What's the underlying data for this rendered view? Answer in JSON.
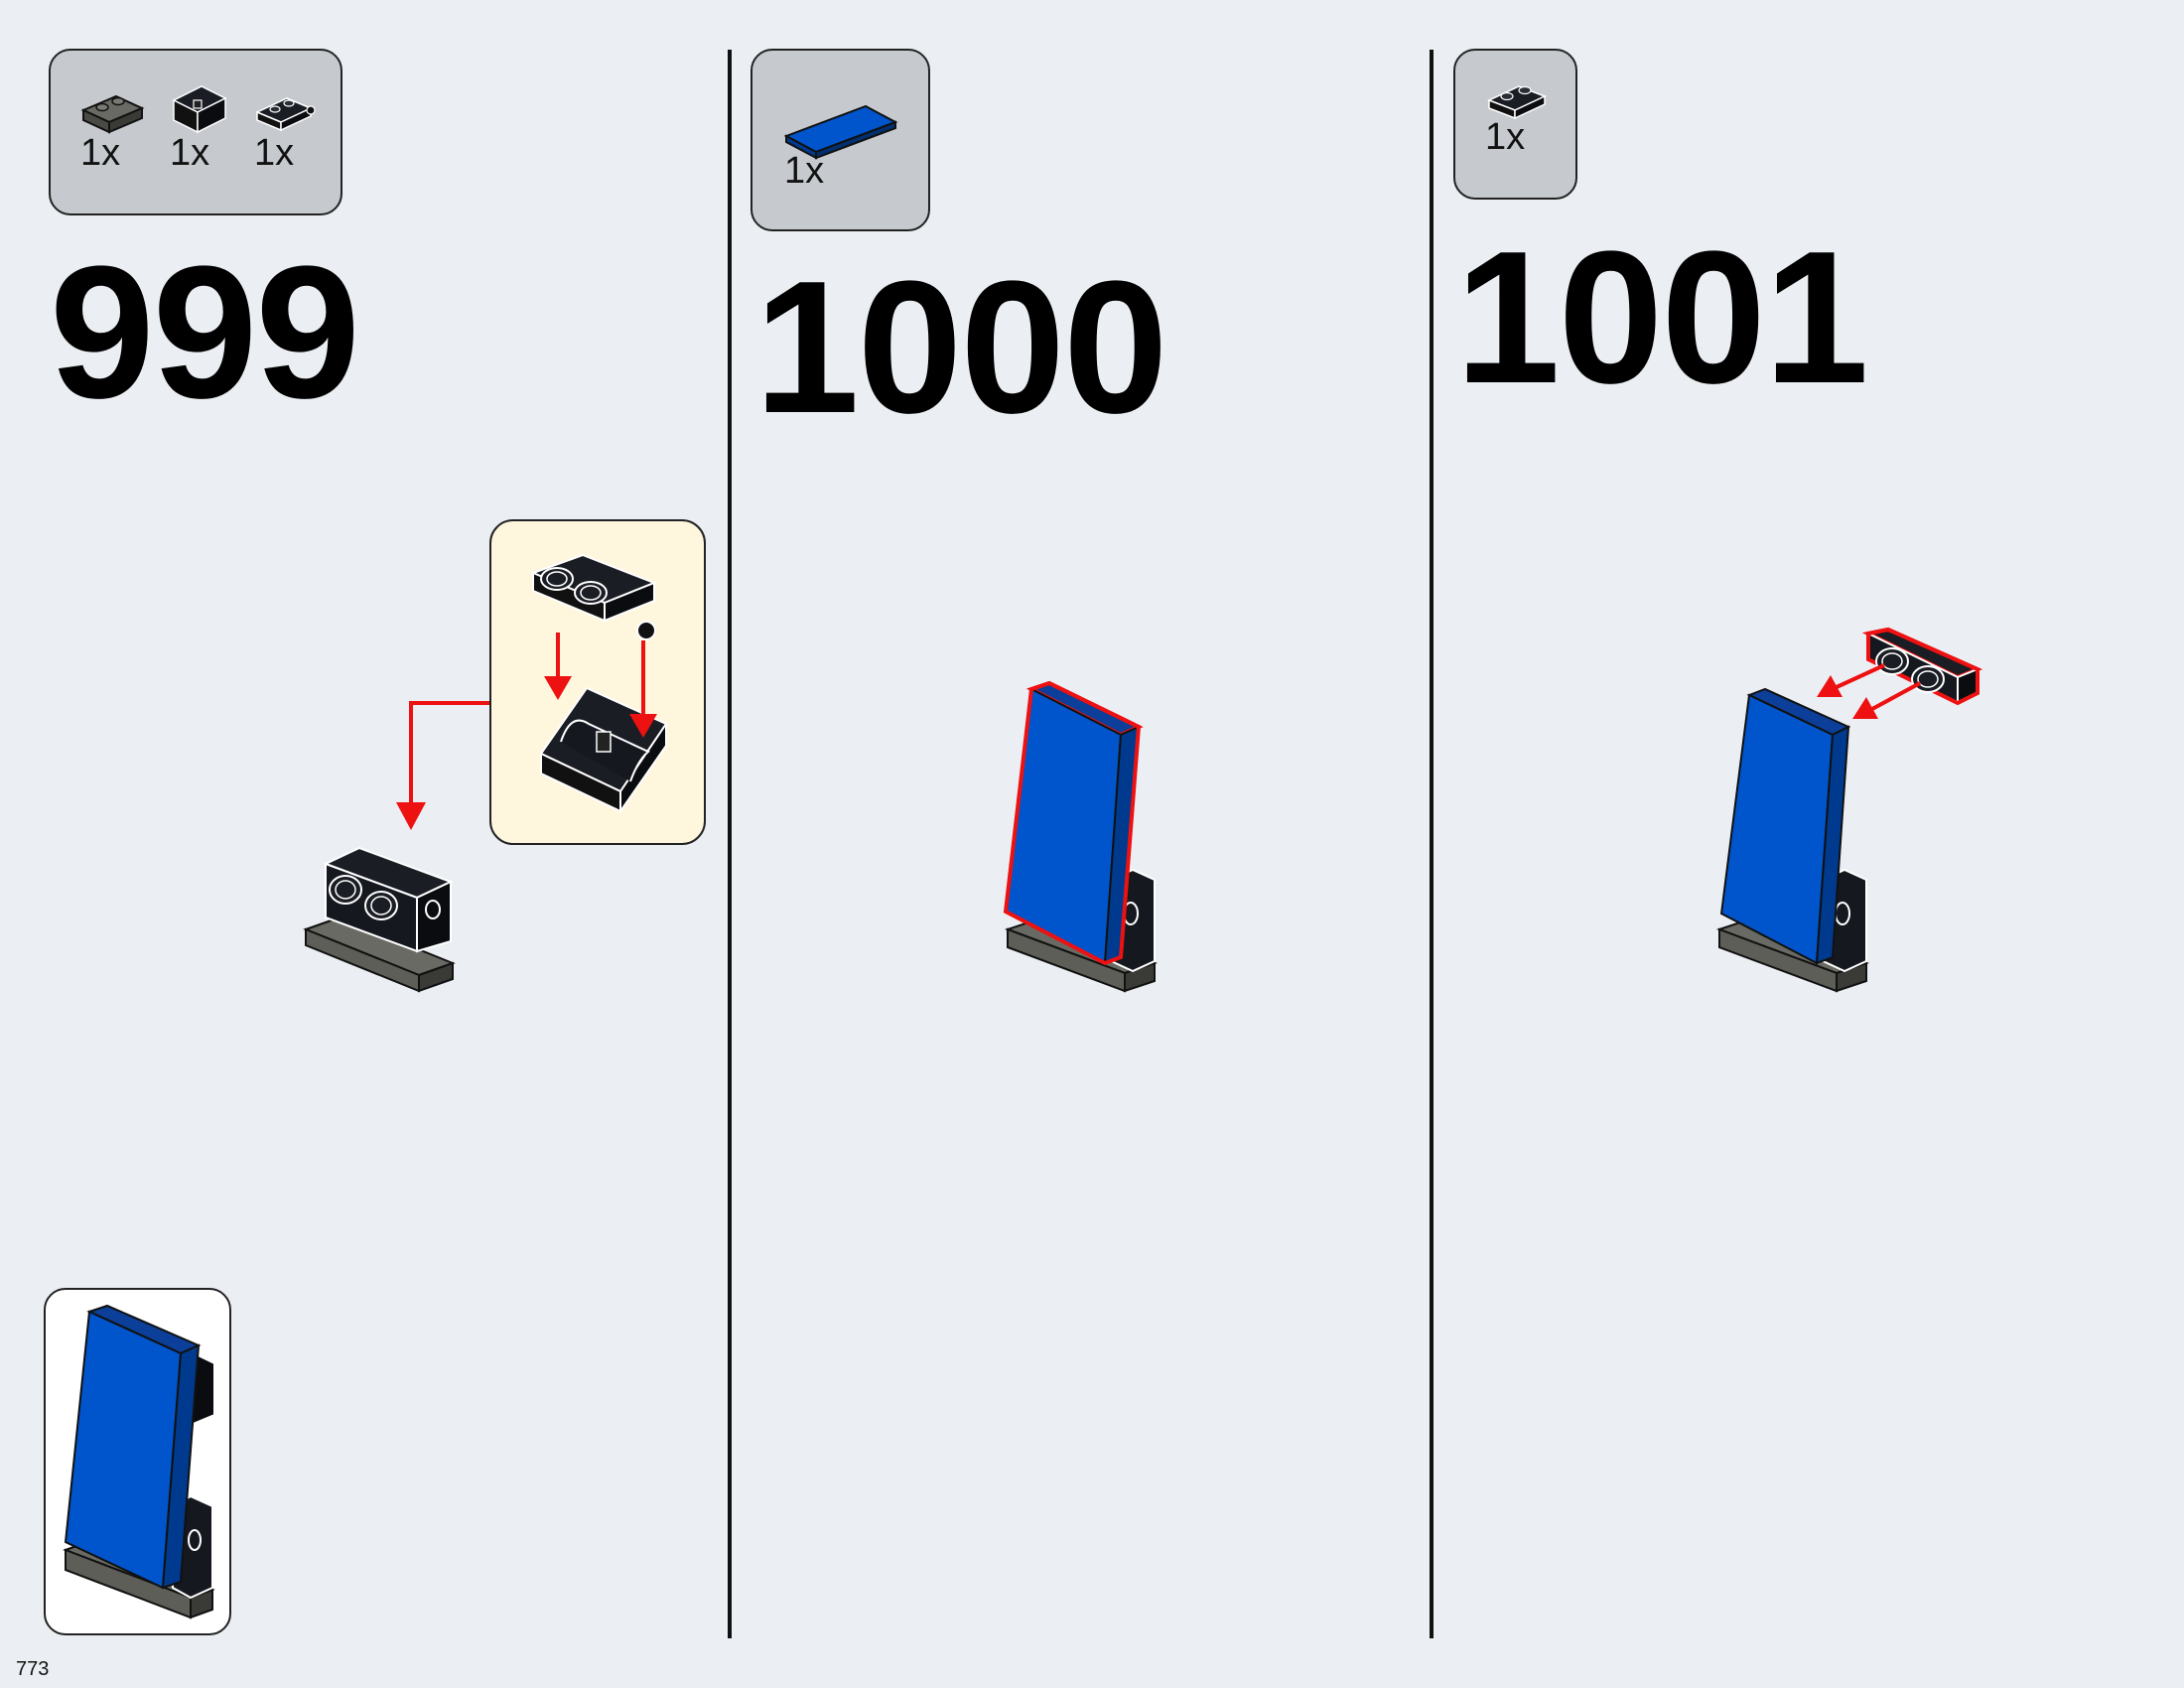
{
  "page": {
    "number": "773",
    "colors": {
      "background": "#ebeff3",
      "parts_box": "#c6cacf",
      "callout": "#fff6de",
      "tile_blue": "#0055cc",
      "arrow_red": "#ee1111",
      "part_black": "#15181f",
      "plate_gray": "#5e5e58"
    }
  },
  "steps": [
    {
      "number": "999",
      "parts": [
        {
          "qty": "1x",
          "icon": "dark-gray-plate-1x2-icon"
        },
        {
          "qty": "1x",
          "icon": "black-bracket-icon"
        },
        {
          "qty": "1x",
          "icon": "black-plate-clip-icon"
        }
      ],
      "callout": {
        "icon": "sub-assembly-icon"
      },
      "result": {
        "icon": "finished-assembly-icon"
      }
    },
    {
      "number": "1000",
      "parts": [
        {
          "qty": "1x",
          "icon": "blue-tile-2x4-icon"
        }
      ]
    },
    {
      "number": "1001",
      "parts": [
        {
          "qty": "1x",
          "icon": "black-plate-1x2-icon"
        }
      ]
    }
  ]
}
